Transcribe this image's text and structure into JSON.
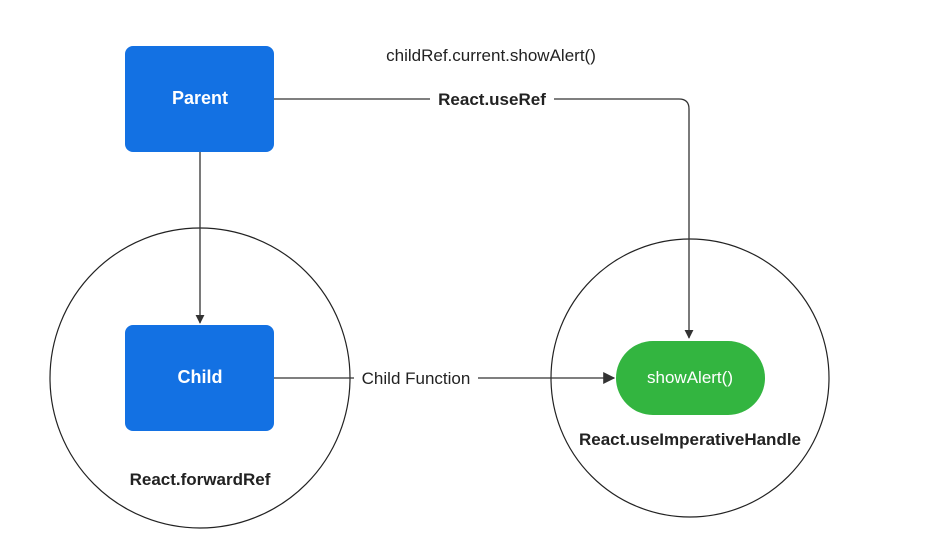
{
  "nodes": {
    "parent": {
      "label": "Parent"
    },
    "child": {
      "label": "Child"
    },
    "show_alert": {
      "label": "showAlert()"
    }
  },
  "groups": {
    "forward_ref": {
      "label": "React.forwardRef"
    },
    "imperative_handle": {
      "label": "React.useImperativeHandle"
    }
  },
  "edges": {
    "use_ref": {
      "label": "React.useRef"
    },
    "child_function": {
      "label": "Child Function"
    }
  },
  "annotation": "childRef.current.showAlert()",
  "colors": {
    "box": "#1371e3",
    "pill": "#33b540",
    "line": "#333333",
    "text": "#222222"
  }
}
